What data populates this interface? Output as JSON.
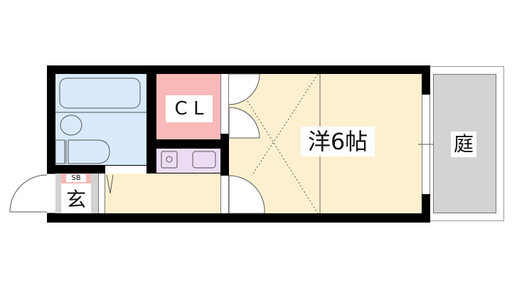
{
  "plan": {
    "rooms": {
      "western": {
        "label": "洋6帖",
        "color": "#fdf0d0"
      },
      "closet": {
        "label": "C L",
        "color": "#f9b9b9"
      },
      "bath": {
        "color": "#d9eafc"
      },
      "kitchen": {
        "color": "#ecdcf3"
      },
      "hall": {
        "color": "#fdf0d0"
      },
      "entrance": {
        "label": "玄",
        "color": "#d3d3d3"
      },
      "shoebox": {
        "label": "SB",
        "color": "#f9b9b9"
      },
      "garden": {
        "label": "庭",
        "color": "#d3d3d3"
      }
    },
    "wall_color": "#000000"
  }
}
